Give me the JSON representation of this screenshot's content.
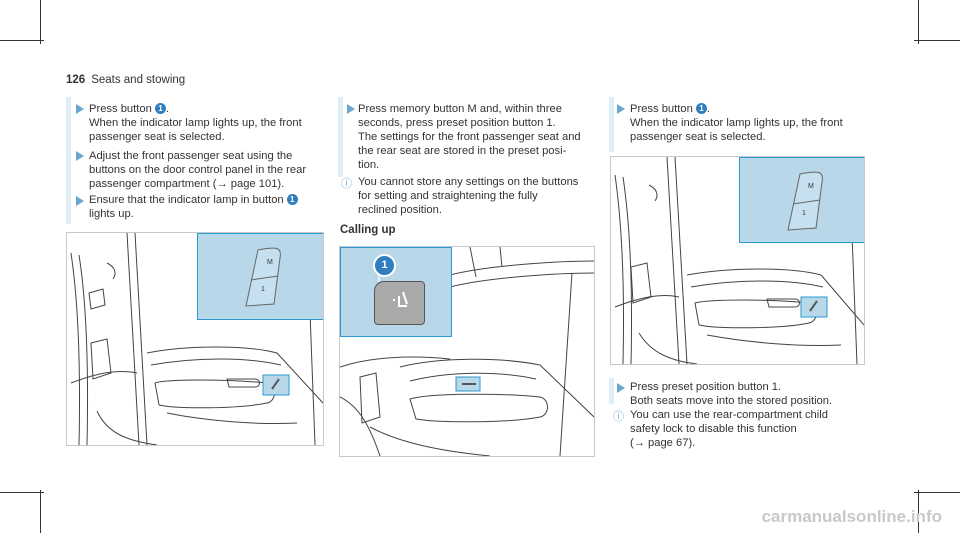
{
  "header": {
    "page_number": "126",
    "section_title": "Seats and stowing"
  },
  "col1": {
    "step1_line1": "Press button",
    "step1_num": "1",
    "step1_line2": "When the indicator lamp lights up, the front",
    "step1_line3": "passenger seat is selected.",
    "step2_line1": "Adjust the front passenger seat using the",
    "step2_line2": "buttons on the door control panel in the rear",
    "step2_line3": "passenger compartment (→ page 101).",
    "step3_line1": "Ensure that the indicator lamp in button",
    "step3_num": "1",
    "step3_line2": "lights up.",
    "fig_m": "M",
    "fig_1": "1"
  },
  "col2": {
    "step1_line1": "Press memory button M and, within three",
    "step1_line2": "seconds, press preset position button 1.",
    "step1_line3": "The settings for the front passenger seat and",
    "step1_line4": "the rear seat are stored in the preset posi-",
    "step1_line5": "tion.",
    "note_line1": "You cannot store any settings on the buttons",
    "note_line2": "for setting and straightening the fully",
    "note_line3": "reclined position.",
    "subheading": "Calling up",
    "fig_callout": "1"
  },
  "col3": {
    "step1_line1": "Press button",
    "step1_num": "1",
    "step1_line2": "When the indicator lamp lights up, the front",
    "step1_line3": "passenger seat is selected.",
    "fig_m": "M",
    "fig_1": "1",
    "step2_line1": "Press preset position button 1.",
    "step2_line2": "Both seats move into the stored position.",
    "note_line1": "You can use the rear-compartment child",
    "note_line2": "safety lock to disable this function",
    "note_line3": "(→ page 67)."
  },
  "footer": {
    "watermark": "carmanualsonline.info"
  },
  "colors": {
    "accent": "#2f7fbf",
    "inset_fill": "#b8d8ea",
    "bar": "#dfeef7"
  }
}
